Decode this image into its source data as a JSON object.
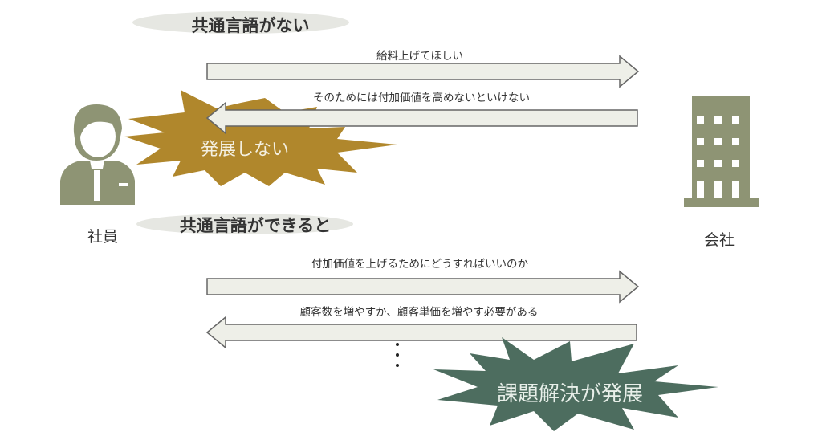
{
  "colors": {
    "brown_burst": "#b0872c",
    "teal_burst": "#4d6d5f",
    "figure": "#8e9474",
    "arrow_fill": "#eeefe8",
    "arrow_stroke": "#666666",
    "ellipse": "#e6e7e2"
  },
  "section_without": {
    "heading": "共通言語がない",
    "arrow_to_company": "給料上げてほしい",
    "arrow_to_employee": "そのためには付加価値を高めないといけない",
    "burst": "発展しない"
  },
  "section_with": {
    "heading": "共通言語ができると",
    "arrow_to_company": "付加価値を上げるためにどうすればいいのか",
    "arrow_to_employee": "顧客数を増やすか、顧客単価を増やす必要がある",
    "burst": "課題解決が発展"
  },
  "actors": {
    "employee": "社員",
    "company": "会社"
  }
}
